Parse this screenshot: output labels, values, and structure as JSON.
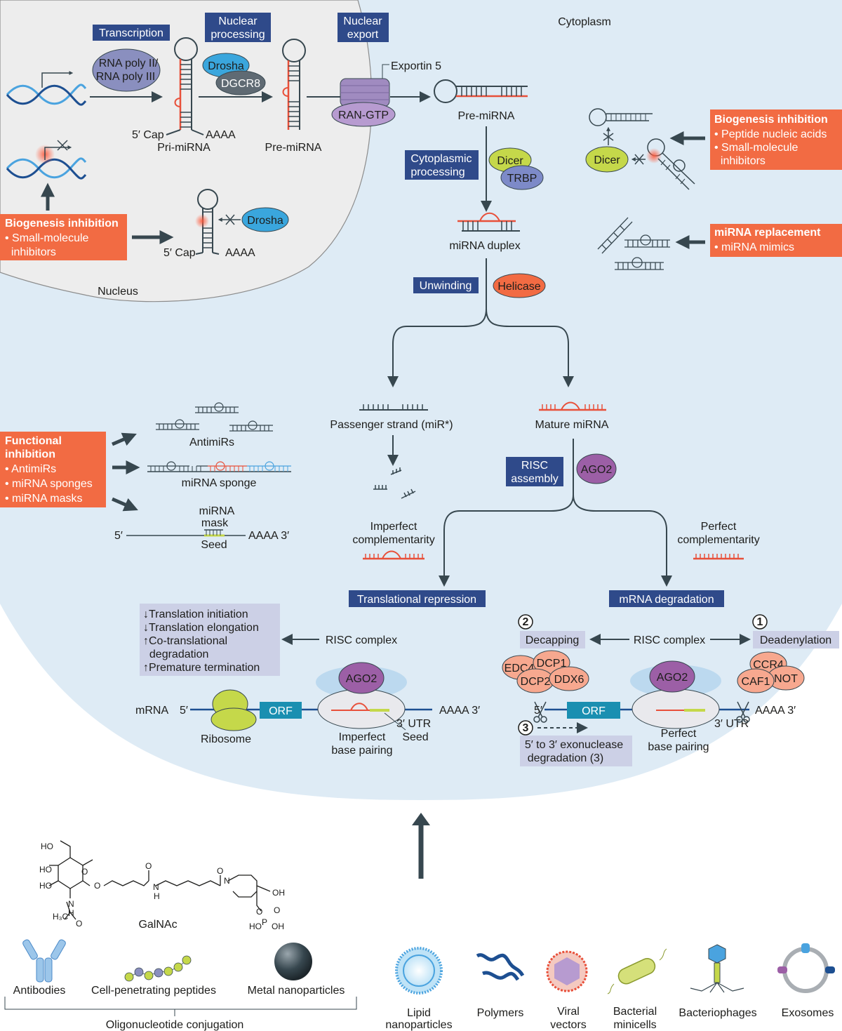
{
  "regions": {
    "cytoplasm": "Cytoplasm",
    "nucleus": "Nucleus"
  },
  "steps": {
    "transcription": "Transcription",
    "nuclear_processing": [
      "Nuclear",
      "processing"
    ],
    "nuclear_export": [
      "Nuclear",
      "export"
    ],
    "cytoplasmic_processing": [
      "Cytoplasmic",
      "processing"
    ],
    "unwinding": "Unwinding",
    "risc_assembly": [
      "RISC",
      "assembly"
    ],
    "translational_repression": "Translational repression",
    "mrna_degradation": "mRNA degradation"
  },
  "proteins": {
    "rna_poly": [
      "RNA poly II/",
      "RNA poly III"
    ],
    "drosha": "Drosha",
    "dgcr8": "DGCR8",
    "ran_gtp": "RAN-GTP",
    "exportin": "Exportin 5",
    "dicer": "Dicer",
    "trbp": "TRBP",
    "helicase": "Helicase",
    "ago2": "AGO2",
    "edc4": "EDC4",
    "dcp1": "DCP1",
    "dcp2": "DCP2",
    "ddx6": "DDX6",
    "ccr4": "CCR4",
    "caf1": "CAF1",
    "not": "NOT",
    "orf": "ORF",
    "ribosome": "Ribosome"
  },
  "labels": {
    "five_cap": "5′ Cap",
    "aaaa": "AAAA",
    "pri_mirna": "Pri-miRNA",
    "pre_mirna": "Pre-miRNA",
    "mirna_duplex": "miRNA duplex",
    "passenger_strand": "Passenger strand (miR*)",
    "mature_mirna": "Mature miRNA",
    "imperfect_comp": [
      "Imperfect",
      "complementarity"
    ],
    "perfect_comp": [
      "Perfect",
      "complementarity"
    ],
    "antimirs": "AntimiRs",
    "mirna_sponge": "miRNA sponge",
    "mirna_mask": [
      "miRNA",
      "mask"
    ],
    "seed": "Seed",
    "five_prime": "5′",
    "aaaa3": "AAAA 3′",
    "mrna": "mRNA",
    "utr3": "3′ UTR",
    "imperfect_bp": [
      "Imperfect",
      "base pairing"
    ],
    "perfect_bp": [
      "Perfect",
      "base pairing"
    ],
    "risc_complex": "RISC complex",
    "decapping": "Decapping",
    "deadenylation": "Deadenylation",
    "exonuclease": [
      "5′ to 3′ exonuclease",
      "degradation (3)"
    ],
    "step_1": "1",
    "step_2": "2",
    "step_3": "3"
  },
  "translation_effects": [
    "↓Translation initiation",
    "↓Translation elongation",
    "↑Co-translational",
    "  degradation",
    "↑Premature termination"
  ],
  "callouts": {
    "biogenesis_nucleus": {
      "title": "Biogenesis inhibition",
      "items": [
        "• Small-molecule",
        "  inhibitors"
      ]
    },
    "biogenesis_cytoplasm": {
      "title": "Biogenesis inhibition",
      "items": [
        "• Peptide nucleic acids",
        "• Small-molecule",
        "  inhibitors"
      ]
    },
    "replacement": {
      "title": "miRNA replacement",
      "items": [
        "• miRNA mimics"
      ]
    },
    "functional": {
      "title": [
        "Functional",
        "inhibition"
      ],
      "items": [
        "• AntimiRs",
        "• miRNA sponges",
        "• miRNA masks"
      ]
    }
  },
  "delivery": {
    "galnac": "GalNAc",
    "conjugates": [
      "Antibodies",
      "Cell-penetrating peptides",
      "Metal  nanoparticles"
    ],
    "conjugation_label": "Oligonucleotide conjugation",
    "vehicles": [
      [
        "Lipid",
        "nanoparticles"
      ],
      [
        "Polymers"
      ],
      [
        "Viral",
        "vectors"
      ],
      [
        "Bacterial",
        "minicells"
      ],
      [
        "Bacteriophages"
      ],
      [
        "Exosomes"
      ]
    ]
  },
  "chemistry": {
    "ho1": "HO",
    "ho2": "HO",
    "ho3": "HO",
    "o_ring": "O",
    "o_link": "O",
    "o_amide1": "O",
    "o_amide2": "O",
    "n_h1": "N",
    "h1": "H",
    "n_h2": "N",
    "h2": "H",
    "ch3": "H₃C",
    "n_pip": "N",
    "oh_right": "OH",
    "o_p": "O",
    "p": "P",
    "o_eq": "O",
    "ho_p": "HO",
    "oh_p": "OH",
    "o_carbonyl": "O"
  },
  "colors": {
    "cytoplasm": "#deebf5",
    "nucleus": "#ededed",
    "step_box": "#2f4a8a",
    "callout": "#f26b43",
    "lavender_box": "#ccd0e6",
    "rna_red": "#e8503a",
    "strand": "#37474f",
    "dna_light": "#4aa3df",
    "dna_dark": "#1d4f91"
  }
}
